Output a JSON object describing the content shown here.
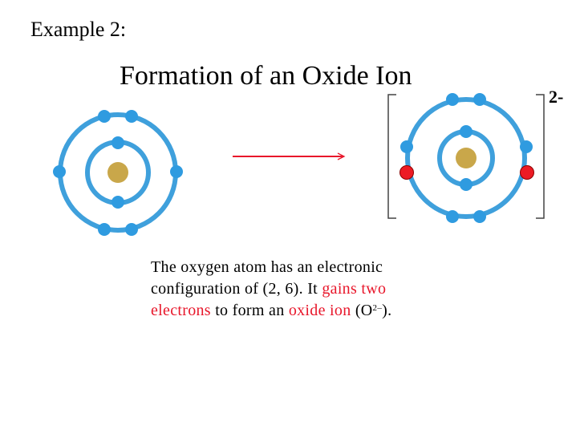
{
  "example_label": "Example 2:",
  "title": "Formation of an Oxide Ion",
  "charge_label": "2-",
  "caption": {
    "line1": "The oxygen atom has an electronic",
    "line2_prefix": "configuration of (2, 6). It ",
    "line2_highlight": "gains two",
    "line3_highlight1": "electrons",
    "line3_mid": " to form an ",
    "line3_highlight2": "oxide ion",
    "line3_paren_open": " (O",
    "line3_superscript": "2–",
    "line3_paren_close": ")."
  },
  "colors": {
    "shell": "#3fa0dc",
    "electron": "#2f9be0",
    "gained_electron": "#ec1b24",
    "nucleus": "#c9a74a",
    "arrow": "#e8172b",
    "highlight_text": "#e8172b"
  }
}
